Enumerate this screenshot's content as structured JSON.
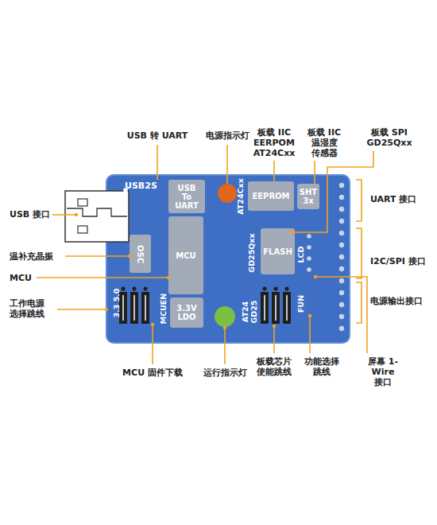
{
  "diagram": {
    "nodes": [
      {
        "text": [
          "USB2S"
        ]
      },
      {
        "text": [
          "USB To UART"
        ],
        "in": 0
      },
      {
        "text": [
          "EEPROM"
        ],
        "in": 0
      },
      {
        "text": [
          "SHT 3x"
        ],
        "in": 0
      },
      {
        "text": [
          "FLASH"
        ],
        "in": 0
      },
      {
        "text": [
          "MCU"
        ],
        "in": 0
      },
      {
        "text": [
          "OSC"
        ],
        "in": 0
      },
      {
        "text": [
          "3.3V LDO"
        ],
        "in": 0
      }
    ],
    "labels": [
      "USB 转 UART",
      "电源指示灯",
      "板载 IIC EERPOM AT24Cxx",
      "板载 IIC 温湿度 传感器",
      "板载 SPI GD25Qxx",
      "UART 接口",
      "USB 接口",
      "温补充晶振",
      "MCU",
      "I2C/SPI 接口",
      "电源输出接口",
      "工作电源 选择跳线",
      "MCU 固件下载",
      "运行指示灯",
      "板载芯片 使能跳线",
      "功能选择 跳线",
      "屏幕 1-Wire 接口",
      "AT24Cxx",
      "GD25Qxx",
      "LCD",
      "3.3 5.0",
      "MCUEN",
      "AT24 GD25",
      "FUN"
    ]
  }
}
